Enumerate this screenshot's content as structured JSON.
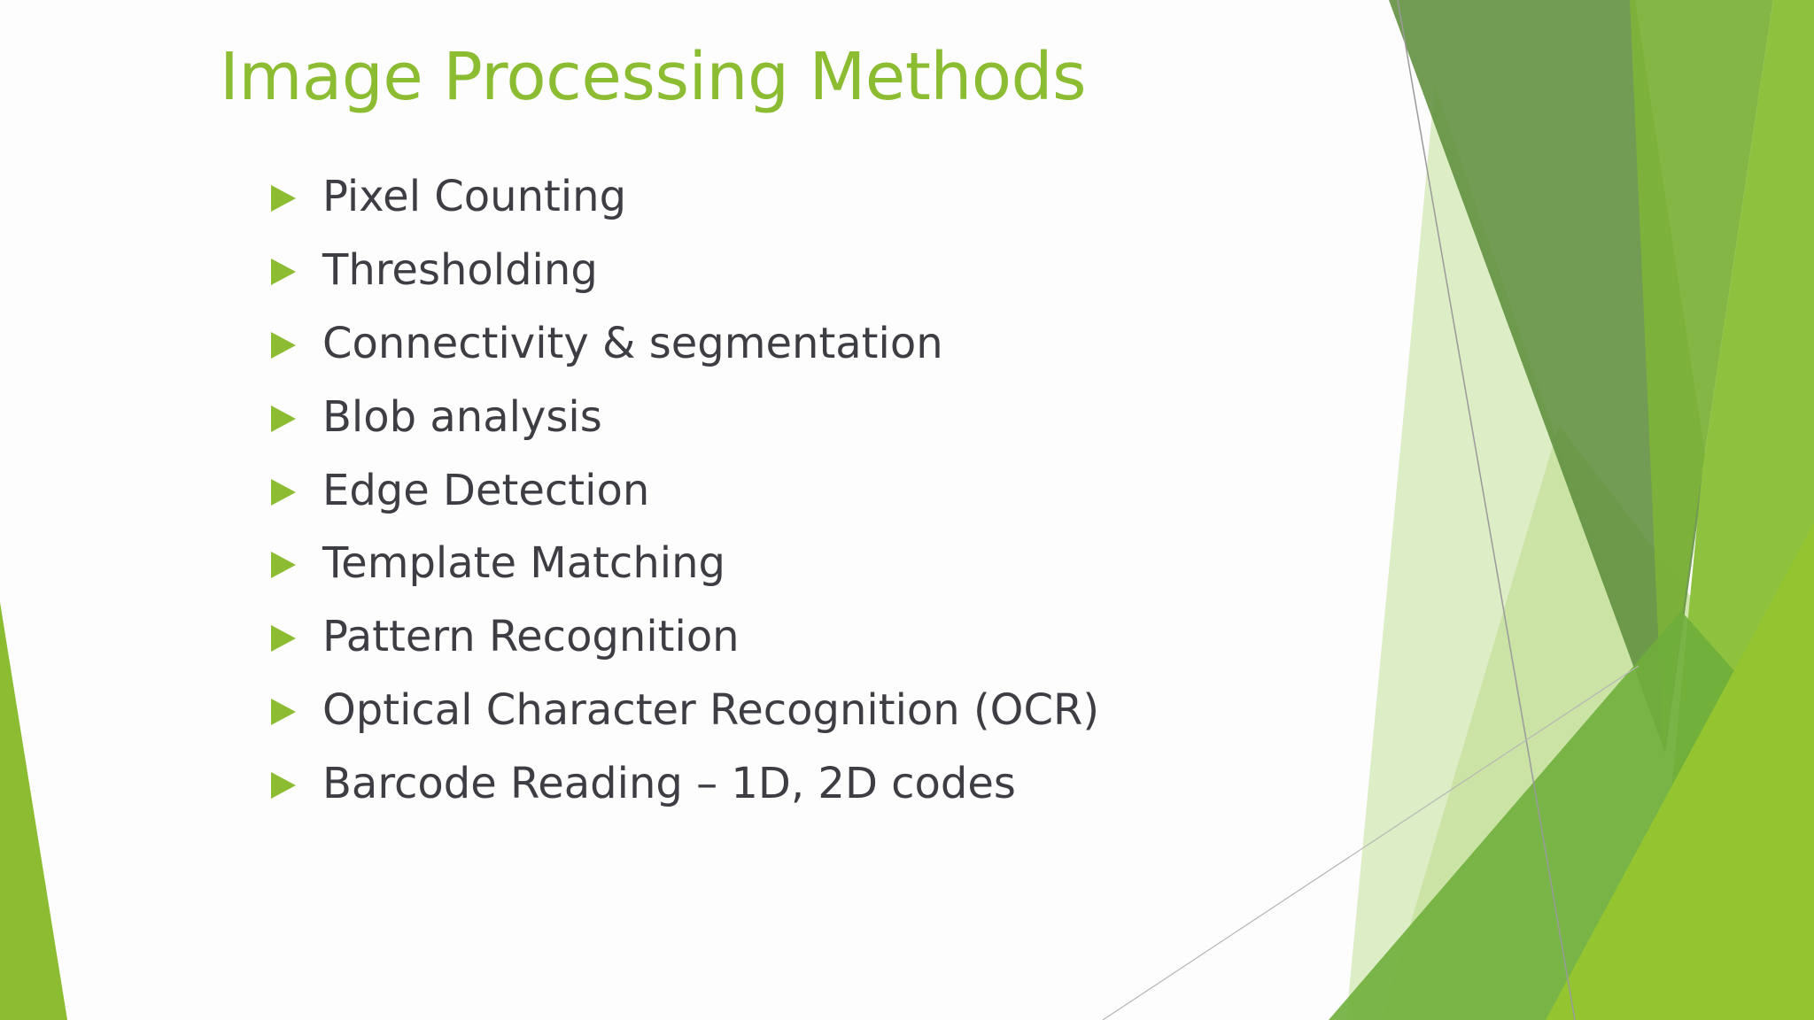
{
  "slide": {
    "title": "Image Processing Methods",
    "bullets": [
      "Pixel Counting",
      "Thresholding",
      "Connectivity & segmentation",
      "Blob analysis",
      "Edge Detection",
      "Template Matching",
      "Pattern Recognition",
      "Optical Character Recognition (OCR)",
      "Barcode Reading – 1D, 2D codes"
    ]
  },
  "colors": {
    "accent": "#8cbc32",
    "title": "#8cbc32",
    "body_text": "#3d3d44",
    "dark_green": "#5e8e3c",
    "mid_green": "#7ab648",
    "light_green": "#d4e8b4",
    "background": "#fdfdfd"
  },
  "icons": {
    "bullet": "triangle-bullet-icon"
  }
}
